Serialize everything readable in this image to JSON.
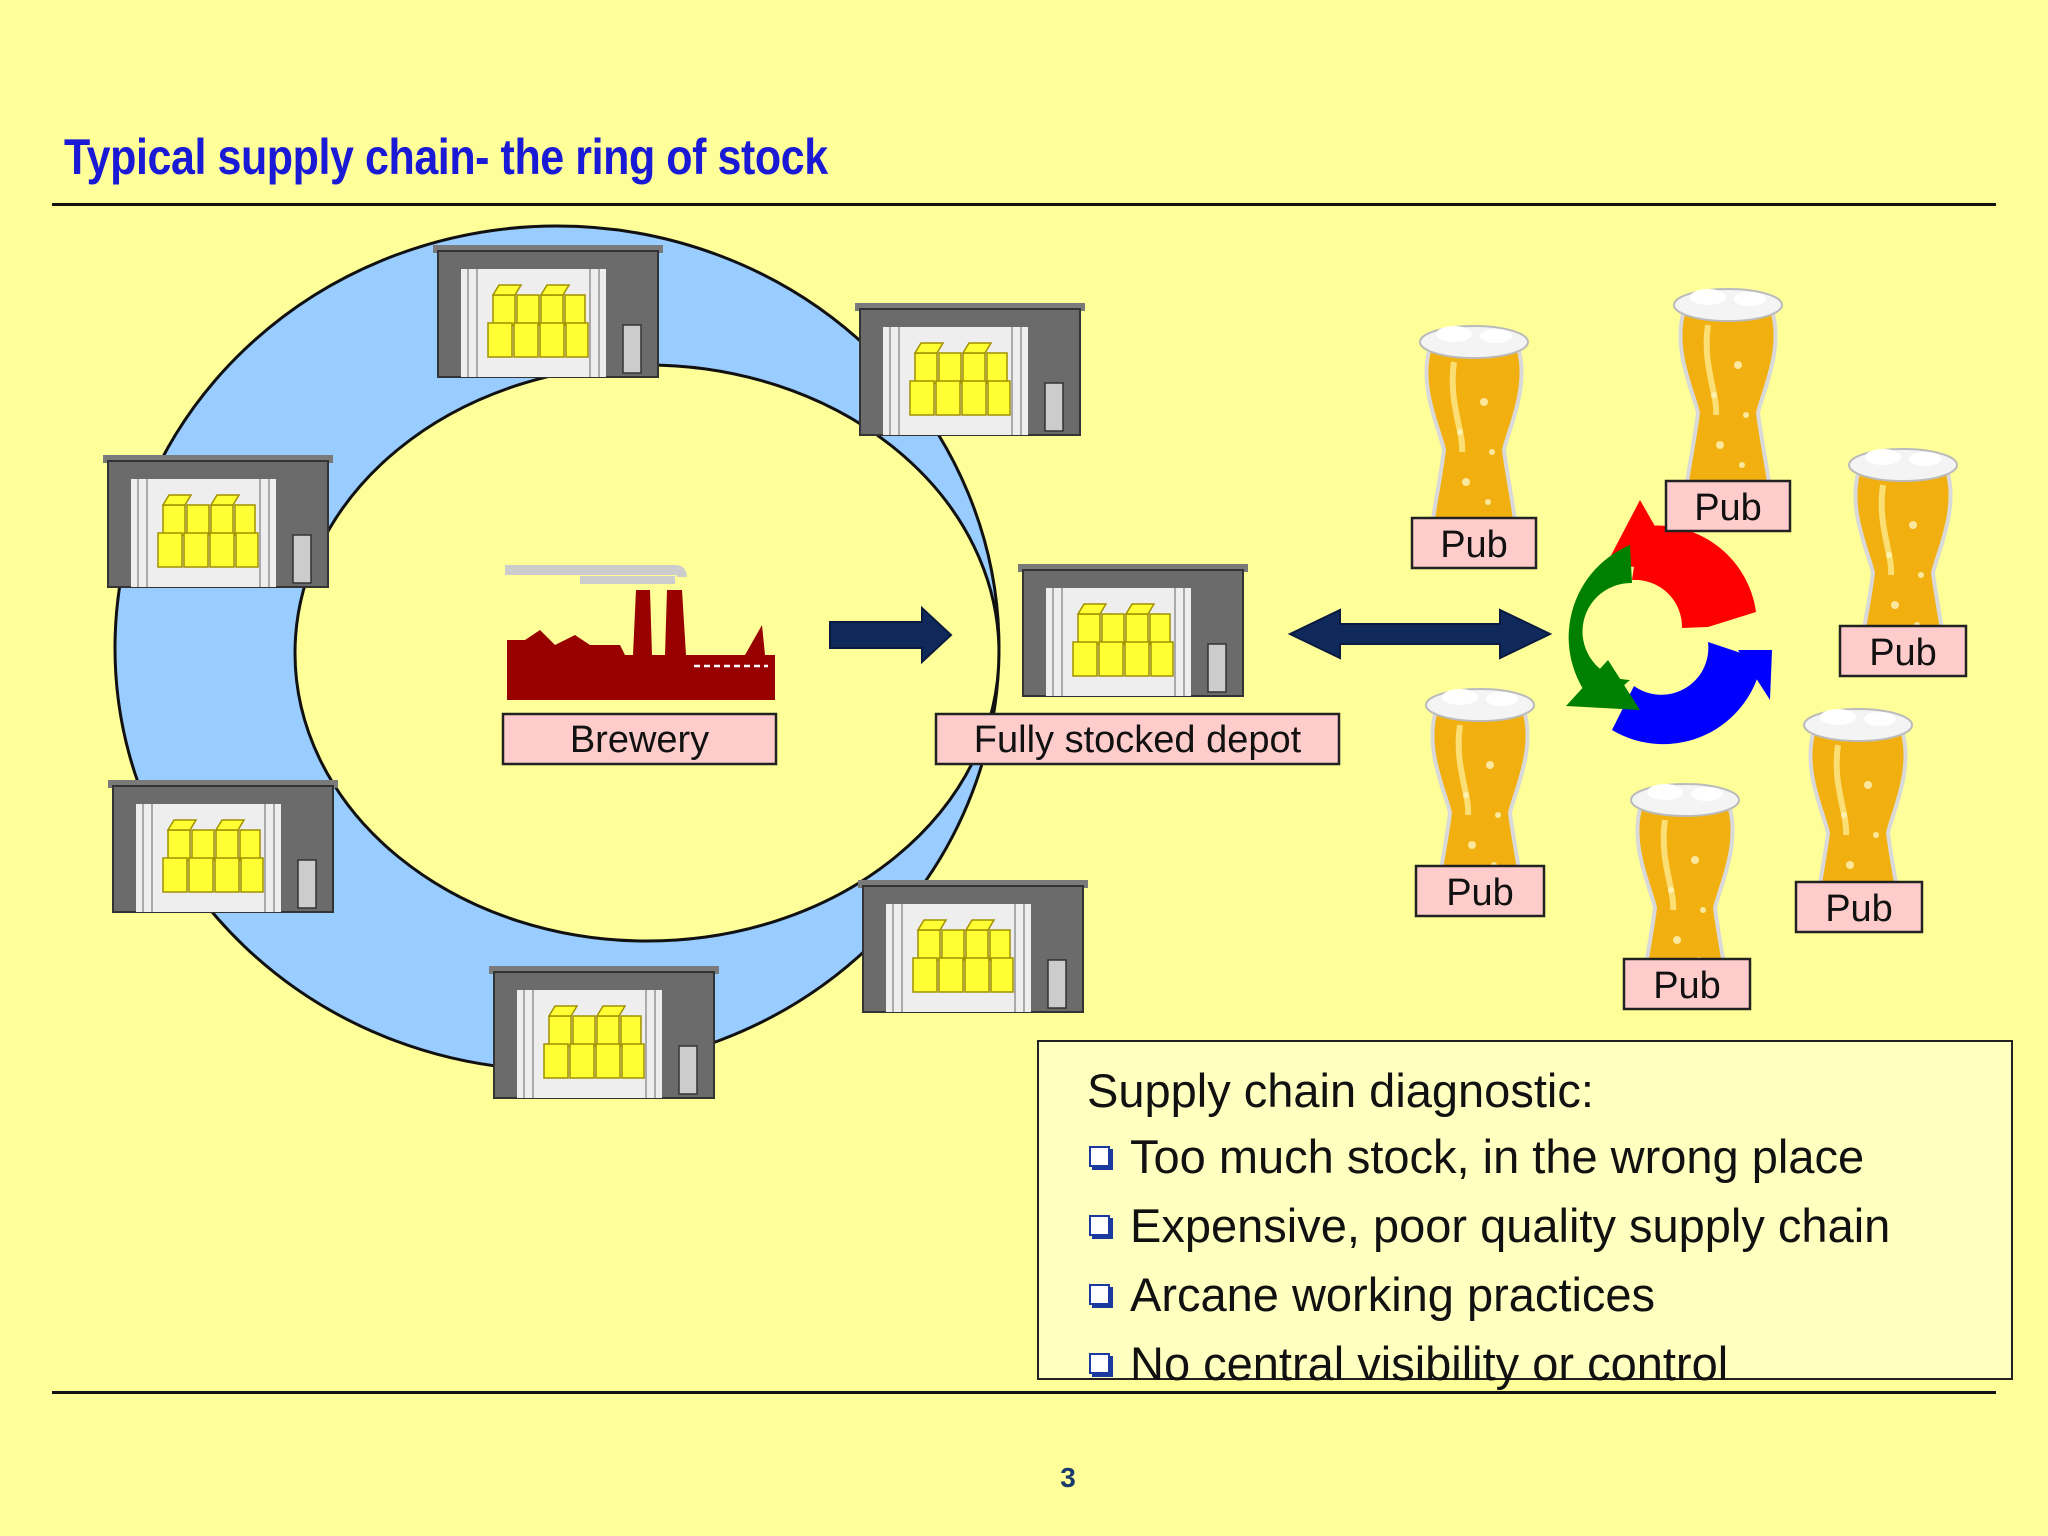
{
  "slide": {
    "title": "Typical supply chain- the ring of stock",
    "page_number": "3"
  },
  "diagram": {
    "brewery_label": "Brewery",
    "depot_label": "Fully stocked depot",
    "pub_labels": [
      "Pub",
      "Pub",
      "Pub",
      "Pub",
      "Pub",
      "Pub"
    ]
  },
  "diagnostic": {
    "heading": "Supply chain diagnostic:",
    "items": [
      "Too much stock, in the wrong place",
      "Expensive, poor quality supply chain",
      "Arcane working practices",
      "No central visibility or control"
    ]
  },
  "colors": {
    "background": "#ffff99",
    "title": "#1a1ad6",
    "ring": "#99ccff",
    "label_box": "#ffcccc",
    "factory": "#990000",
    "arrow": "#0f2a5a",
    "cycle_red": "#ff0000",
    "cycle_blue": "#0000ff",
    "cycle_green": "#008000"
  },
  "icons": [
    "warehouse-icon",
    "factory-icon",
    "beer-glass-icon",
    "cycle-arrows-icon"
  ]
}
